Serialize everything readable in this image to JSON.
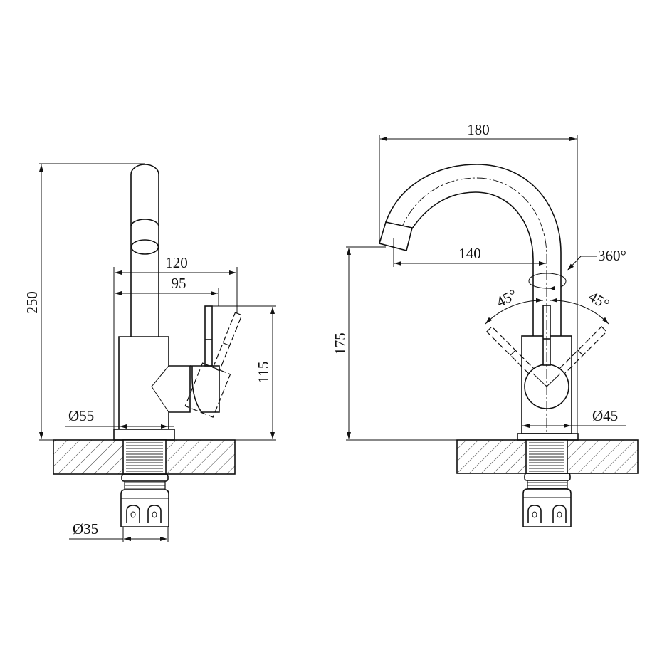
{
  "drawing": {
    "side_view": {
      "total_height": "250",
      "handle_reach": "120",
      "spout_reach": "95",
      "handle_height": "115",
      "base_diameter": "Ø55",
      "thread_diameter": "Ø35"
    },
    "front_view": {
      "spout_width": "180",
      "spout_reach": "140",
      "spout_height": "175",
      "rotation": "360°",
      "lever_left_angle": "45°",
      "lever_right_angle": "45°",
      "base_diameter": "Ø45"
    }
  }
}
